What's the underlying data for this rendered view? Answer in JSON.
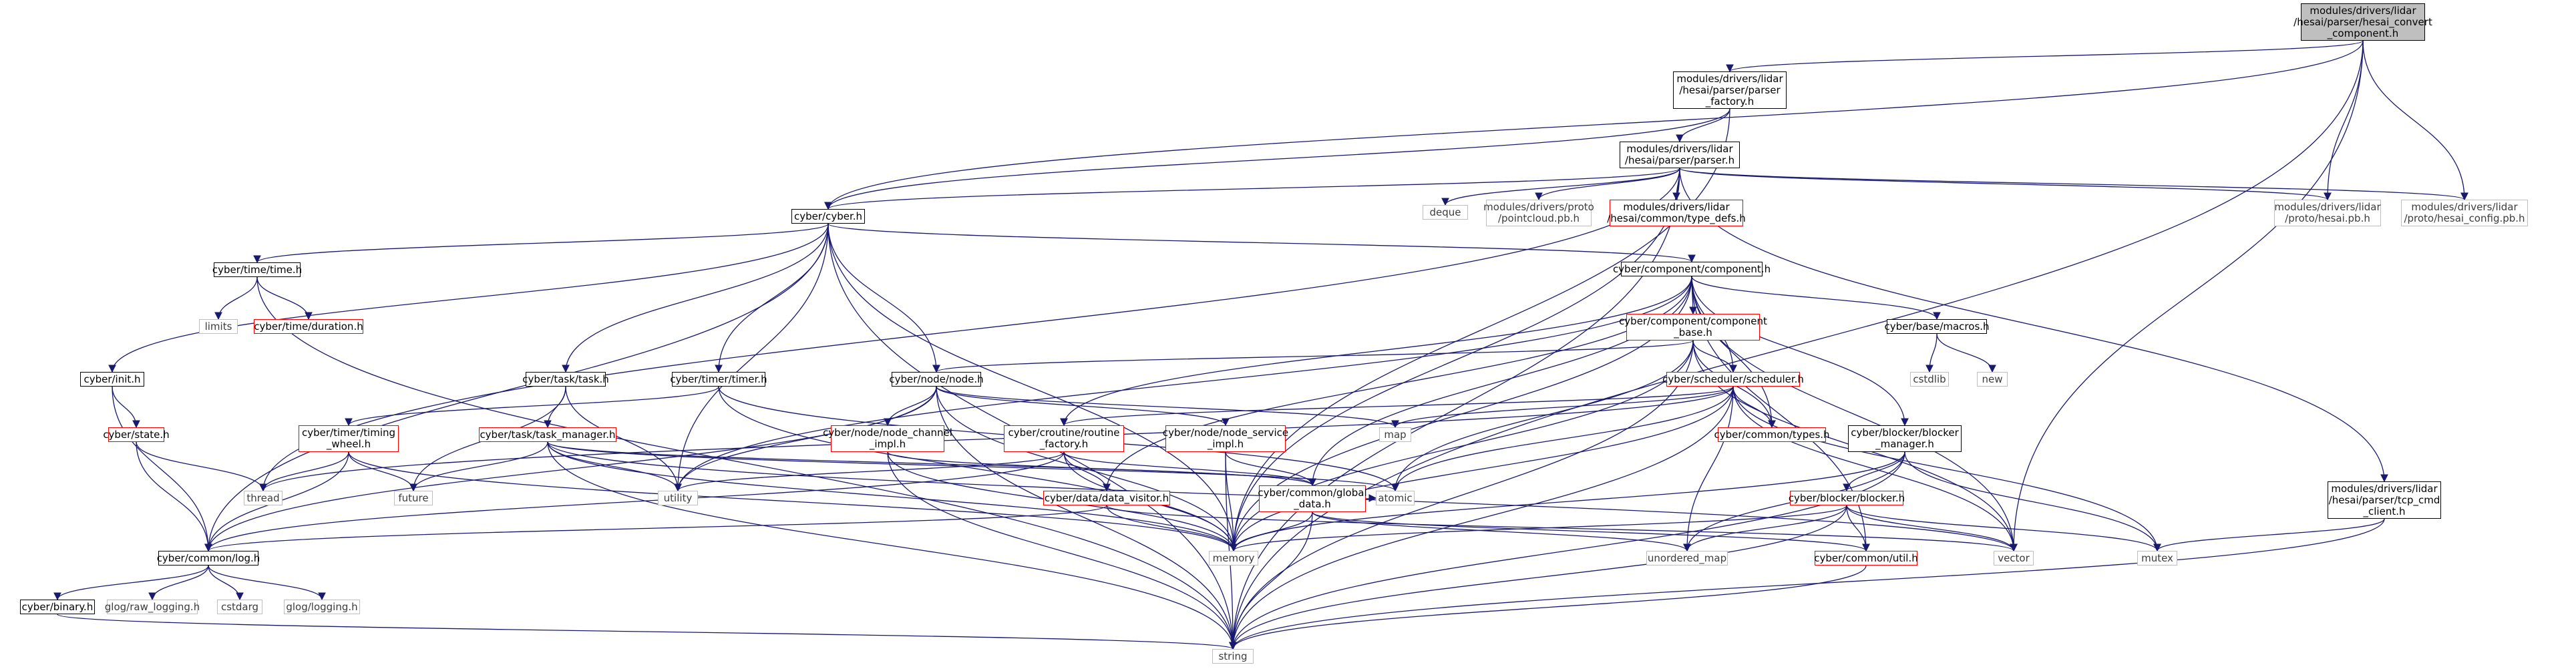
{
  "colors": {
    "edge": "#191970",
    "focus_fill": "#bfbfbf",
    "main_border": "#000000",
    "truncated_border": "#ff0000",
    "external_border": "#bfbfbf"
  },
  "nodes": [
    {
      "id": "root",
      "label": "modules/drivers/lidar\n/hesai/parser/hesai_convert\n_component.h",
      "kind": "focus"
    },
    {
      "id": "pfactory",
      "label": "modules/drivers/lidar\n/hesai/parser/parser\n_factory.h",
      "kind": "main"
    },
    {
      "id": "parser",
      "label": "modules/drivers/lidar\n/hesai/parser/parser.h",
      "kind": "main"
    },
    {
      "id": "deque",
      "label": "deque",
      "kind": "ext"
    },
    {
      "id": "pointcloud",
      "label": "modules/drivers/proto\n/pointcloud.pb.h",
      "kind": "ext"
    },
    {
      "id": "typedefs",
      "label": "modules/drivers/lidar\n/hesai/common/type_defs.h",
      "kind": "trunc"
    },
    {
      "id": "hesaipb",
      "label": "modules/drivers/lidar\n/proto/hesai.pb.h",
      "kind": "ext"
    },
    {
      "id": "hesaiconfig",
      "label": "modules/drivers/lidar\n/proto/hesai_config.pb.h",
      "kind": "ext"
    },
    {
      "id": "cyber",
      "label": "cyber/cyber.h",
      "kind": "main"
    },
    {
      "id": "component",
      "label": "cyber/component/component.h",
      "kind": "main"
    },
    {
      "id": "timeh",
      "label": "cyber/time/time.h",
      "kind": "main"
    },
    {
      "id": "limits",
      "label": "limits",
      "kind": "ext"
    },
    {
      "id": "duration",
      "label": "cyber/time/duration.h",
      "kind": "trunc"
    },
    {
      "id": "compbase",
      "label": "cyber/component/component\n_base.h",
      "kind": "trunc"
    },
    {
      "id": "macros",
      "label": "cyber/base/macros.h",
      "kind": "main"
    },
    {
      "id": "cstdlib",
      "label": "cstdlib",
      "kind": "ext"
    },
    {
      "id": "newh",
      "label": "new",
      "kind": "ext"
    },
    {
      "id": "init",
      "label": "cyber/init.h",
      "kind": "main"
    },
    {
      "id": "task",
      "label": "cyber/task/task.h",
      "kind": "main"
    },
    {
      "id": "timer",
      "label": "cyber/timer/timer.h",
      "kind": "main"
    },
    {
      "id": "node",
      "label": "cyber/node/node.h",
      "kind": "main"
    },
    {
      "id": "scheduler",
      "label": "cyber/scheduler/scheduler.h",
      "kind": "trunc"
    },
    {
      "id": "map",
      "label": "map",
      "kind": "ext"
    },
    {
      "id": "types",
      "label": "cyber/common/types.h",
      "kind": "trunc"
    },
    {
      "id": "state",
      "label": "cyber/state.h",
      "kind": "trunc"
    },
    {
      "id": "twheel",
      "label": "cyber/timer/timing\n_wheel.h",
      "kind": "trunc"
    },
    {
      "id": "taskmgr",
      "label": "cyber/task/task_manager.h",
      "kind": "trunc"
    },
    {
      "id": "nodechan",
      "label": "cyber/node/node_channel\n_impl.h",
      "kind": "trunc"
    },
    {
      "id": "routine",
      "label": "cyber/croutine/routine\n_factory.h",
      "kind": "trunc"
    },
    {
      "id": "nodesvc",
      "label": "cyber/node/node_service\n_impl.h",
      "kind": "trunc"
    },
    {
      "id": "blockermgr",
      "label": "cyber/blocker/blocker\n_manager.h",
      "kind": "main"
    },
    {
      "id": "tcpcmd",
      "label": "modules/drivers/lidar\n/hesai/parser/tcp_cmd\n_client.h",
      "kind": "main"
    },
    {
      "id": "thread",
      "label": "thread",
      "kind": "ext"
    },
    {
      "id": "future",
      "label": "future",
      "kind": "ext"
    },
    {
      "id": "utility",
      "label": "utility",
      "kind": "ext"
    },
    {
      "id": "atomic",
      "label": "atomic",
      "kind": "ext"
    },
    {
      "id": "globaldata",
      "label": "cyber/common/global\n_data.h",
      "kind": "trunc"
    },
    {
      "id": "datavisitor",
      "label": "cyber/data/data_visitor.h",
      "kind": "trunc"
    },
    {
      "id": "blocker",
      "label": "cyber/blocker/blocker.h",
      "kind": "trunc"
    },
    {
      "id": "mutex",
      "label": "mutex",
      "kind": "ext"
    },
    {
      "id": "log",
      "label": "cyber/common/log.h",
      "kind": "main"
    },
    {
      "id": "memory",
      "label": "memory",
      "kind": "ext"
    },
    {
      "id": "unmap",
      "label": "unordered_map",
      "kind": "ext"
    },
    {
      "id": "util",
      "label": "cyber/common/util.h",
      "kind": "trunc"
    },
    {
      "id": "vector",
      "label": "vector",
      "kind": "ext"
    },
    {
      "id": "binary",
      "label": "cyber/binary.h",
      "kind": "main"
    },
    {
      "id": "rawlog",
      "label": "glog/raw_logging.h",
      "kind": "ext"
    },
    {
      "id": "cstdarg",
      "label": "cstdarg",
      "kind": "ext"
    },
    {
      "id": "glog",
      "label": "glog/logging.h",
      "kind": "ext"
    },
    {
      "id": "string",
      "label": "string",
      "kind": "ext"
    }
  ],
  "edges": [
    [
      "root",
      "pfactory"
    ],
    [
      "root",
      "cyber"
    ],
    [
      "root",
      "hesaipb"
    ],
    [
      "root",
      "hesaiconfig"
    ],
    [
      "root",
      "string"
    ],
    [
      "root",
      "vector"
    ],
    [
      "pfactory",
      "parser"
    ],
    [
      "pfactory",
      "cyber"
    ],
    [
      "pfactory",
      "memory"
    ],
    [
      "parser",
      "cyber"
    ],
    [
      "parser",
      "deque"
    ],
    [
      "parser",
      "pointcloud"
    ],
    [
      "parser",
      "typedefs"
    ],
    [
      "parser",
      "hesaipb"
    ],
    [
      "parser",
      "hesaiconfig"
    ],
    [
      "parser",
      "tcpcmd"
    ],
    [
      "parser",
      "memory"
    ],
    [
      "parser",
      "thread"
    ],
    [
      "parser",
      "string"
    ],
    [
      "cyber",
      "component"
    ],
    [
      "cyber",
      "timeh"
    ],
    [
      "cyber",
      "init"
    ],
    [
      "cyber",
      "task"
    ],
    [
      "cyber",
      "timer"
    ],
    [
      "cyber",
      "node"
    ],
    [
      "cyber",
      "log"
    ],
    [
      "cyber",
      "memory"
    ],
    [
      "cyber",
      "utility"
    ],
    [
      "cyber",
      "string"
    ],
    [
      "timeh",
      "limits"
    ],
    [
      "timeh",
      "duration"
    ],
    [
      "timeh",
      "string"
    ],
    [
      "component",
      "compbase"
    ],
    [
      "component",
      "macros"
    ],
    [
      "component",
      "scheduler"
    ],
    [
      "component",
      "types"
    ],
    [
      "component",
      "routine"
    ],
    [
      "component",
      "blockermgr"
    ],
    [
      "component",
      "memory"
    ],
    [
      "component",
      "vector"
    ],
    [
      "component",
      "utility"
    ],
    [
      "component",
      "globaldata"
    ],
    [
      "component",
      "datavisitor"
    ],
    [
      "component",
      "util"
    ],
    [
      "compbase",
      "node"
    ],
    [
      "compbase",
      "scheduler"
    ],
    [
      "compbase",
      "types"
    ],
    [
      "compbase",
      "memory"
    ],
    [
      "compbase",
      "atomic"
    ],
    [
      "compbase",
      "vector"
    ],
    [
      "compbase",
      "string"
    ],
    [
      "macros",
      "cstdlib"
    ],
    [
      "macros",
      "newh"
    ],
    [
      "init",
      "state"
    ],
    [
      "init",
      "log"
    ],
    [
      "state",
      "log"
    ],
    [
      "state",
      "thread"
    ],
    [
      "task",
      "taskmgr"
    ],
    [
      "task",
      "utility"
    ],
    [
      "task",
      "future"
    ],
    [
      "timer",
      "twheel"
    ],
    [
      "timer",
      "memory"
    ],
    [
      "timer",
      "atomic"
    ],
    [
      "twheel",
      "log"
    ],
    [
      "twheel",
      "thread"
    ],
    [
      "twheel",
      "future"
    ],
    [
      "twheel",
      "memory"
    ],
    [
      "node",
      "nodechan"
    ],
    [
      "node",
      "nodesvc"
    ],
    [
      "node",
      "map"
    ],
    [
      "node",
      "memory"
    ],
    [
      "node",
      "utility"
    ],
    [
      "node",
      "log"
    ],
    [
      "node",
      "string"
    ],
    [
      "scheduler",
      "routine"
    ],
    [
      "scheduler",
      "map"
    ],
    [
      "scheduler",
      "types"
    ],
    [
      "scheduler",
      "atomic"
    ],
    [
      "scheduler",
      "memory"
    ],
    [
      "scheduler",
      "unmap"
    ],
    [
      "scheduler",
      "vector"
    ],
    [
      "scheduler",
      "mutex"
    ],
    [
      "scheduler",
      "string"
    ],
    [
      "scheduler",
      "thread"
    ],
    [
      "taskmgr",
      "globaldata"
    ],
    [
      "taskmgr",
      "future"
    ],
    [
      "taskmgr",
      "utility"
    ],
    [
      "taskmgr",
      "memory"
    ],
    [
      "taskmgr",
      "vector"
    ],
    [
      "taskmgr",
      "string"
    ],
    [
      "taskmgr",
      "atomic"
    ],
    [
      "nodechan",
      "globaldata"
    ],
    [
      "nodechan",
      "memory"
    ],
    [
      "nodechan",
      "string"
    ],
    [
      "nodesvc",
      "globaldata"
    ],
    [
      "nodesvc",
      "memory"
    ],
    [
      "nodesvc",
      "string"
    ],
    [
      "routine",
      "datavisitor"
    ],
    [
      "routine",
      "globaldata"
    ],
    [
      "routine",
      "log"
    ],
    [
      "routine",
      "memory"
    ],
    [
      "routine",
      "utility"
    ],
    [
      "datavisitor",
      "log"
    ],
    [
      "datavisitor",
      "memory"
    ],
    [
      "datavisitor",
      "vector"
    ],
    [
      "globaldata",
      "util"
    ],
    [
      "globaldata",
      "unmap"
    ],
    [
      "globaldata",
      "string"
    ],
    [
      "globaldata",
      "memory"
    ],
    [
      "globaldata",
      "atomic"
    ],
    [
      "blockermgr",
      "blocker"
    ],
    [
      "blockermgr",
      "memory"
    ],
    [
      "blockermgr",
      "mutex"
    ],
    [
      "blockermgr",
      "string"
    ],
    [
      "blockermgr",
      "unmap"
    ],
    [
      "blocker",
      "memory"
    ],
    [
      "blocker",
      "mutex"
    ],
    [
      "blocker",
      "string"
    ],
    [
      "blocker",
      "vector"
    ],
    [
      "blocker",
      "unmap"
    ],
    [
      "blocker",
      "util"
    ],
    [
      "tcpcmd",
      "mutex"
    ],
    [
      "tcpcmd",
      "string"
    ],
    [
      "util",
      "string"
    ],
    [
      "log",
      "binary"
    ],
    [
      "log",
      "rawlog"
    ],
    [
      "log",
      "cstdarg"
    ],
    [
      "log",
      "glog"
    ],
    [
      "binary",
      "string"
    ]
  ]
}
